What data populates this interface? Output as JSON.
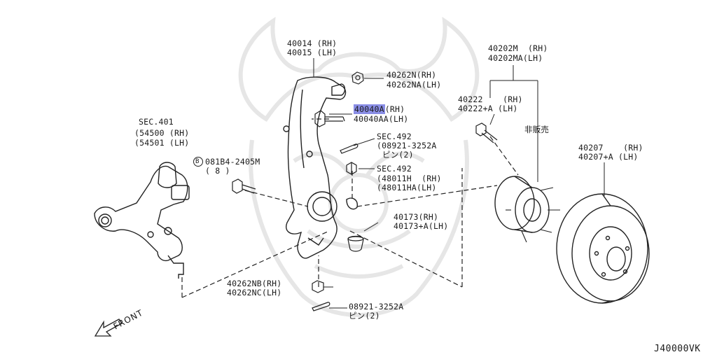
{
  "colors": {
    "line": "#222222",
    "highlight": "#8a8ee6",
    "watermark": "#e4e4e4"
  },
  "callouts": {
    "knuckle": {
      "rh": "40014 (RH)",
      "lh": "40015 (LH)"
    },
    "nut_upper": {
      "rh": "40262N(RH)",
      "lh": "40262NA(LH)"
    },
    "bolt": {
      "rh": "40040A(RH)",
      "rh_code": "40040A",
      "rh_suffix": "(RH)",
      "lh": "40040AA(LH)"
    },
    "pin_upper": {
      "sec": "SEC.492",
      "part": "(08921-3252A",
      "qty": "ピン(2)"
    },
    "nut_sec": {
      "sec": "SEC.492",
      "rh": "(48011H  (RH)",
      "lh": "(48011HA(LH)"
    },
    "boot": {
      "rh": "40173(RH)",
      "lh": "40173+A(LH)"
    },
    "nut_lower": {
      "rh": "40262NB(RH)",
      "lh": "40262NC(LH)"
    },
    "pin_lower": {
      "part": "08921-3252A",
      "qty": "ピン(2)"
    },
    "hub_assy": {
      "rh": "40202M  (RH)",
      "lh": "40202MA(LH)"
    },
    "hub_bolt": {
      "rh": "40222    (RH)",
      "lh": "40222+A (LH)"
    },
    "not_sold": "非販売",
    "rotor": {
      "rh": "40207    (RH)",
      "lh": "40207+A (LH)"
    },
    "lower_arm": {
      "sec": "SEC.401",
      "rh": "(54500 (RH)",
      "lh": "(54501 (LH)"
    },
    "arm_bolt": {
      "mark": "B",
      "part": "081B4-2405M",
      "qty": "( 8 )"
    }
  },
  "front_label": "FRONT",
  "diagram_code": "J40000VK",
  "icons": [
    "front-arrow-icon",
    "circled-b-icon"
  ]
}
